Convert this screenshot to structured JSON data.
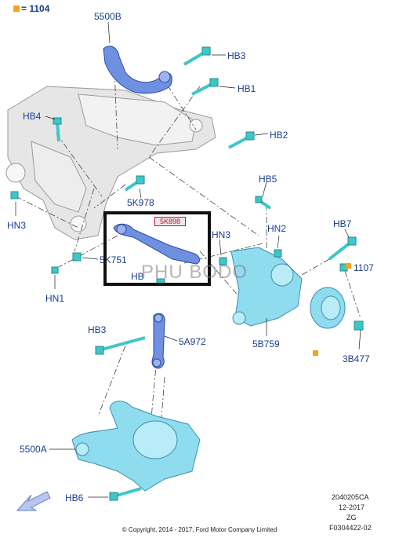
{
  "legend": {
    "code": "= 1104",
    "color": "#f6a21a"
  },
  "labels": {
    "5500B": "5500B",
    "HB3_top": "HB3",
    "HB1": "HB1",
    "HB4": "HB4",
    "HB2": "HB2",
    "HB5": "HB5",
    "5K978": "5K978",
    "HN3_left": "HN3",
    "HN3_mid": "HN3",
    "HN2": "HN2",
    "HB7": "HB7",
    "1107": "1107",
    "5K751": "5K751",
    "HB_mid": "HB",
    "HN1": "HN1",
    "HB3_low": "HB3",
    "5A972": "5A972",
    "5B759": "5B759",
    "3B477": "3B477",
    "5500A": "5500A",
    "HB6": "HB6"
  },
  "highlight": {
    "tag": "5K898"
  },
  "watermark": "PHU BODO",
  "drawing_info": {
    "number": "2040205CA",
    "date": "12-2017",
    "rev": "ZG",
    "ref": "F0304422-02"
  },
  "copyright": "© Copyright, 2014 - 2017, Ford Motor Company Limited",
  "colors": {
    "part_blue": "#6f8fe0",
    "part_cyan": "#8fdcef",
    "bolt": "#3fc6c9",
    "label": "#1a3e8c",
    "frame_gray": "#d9d9d9"
  }
}
